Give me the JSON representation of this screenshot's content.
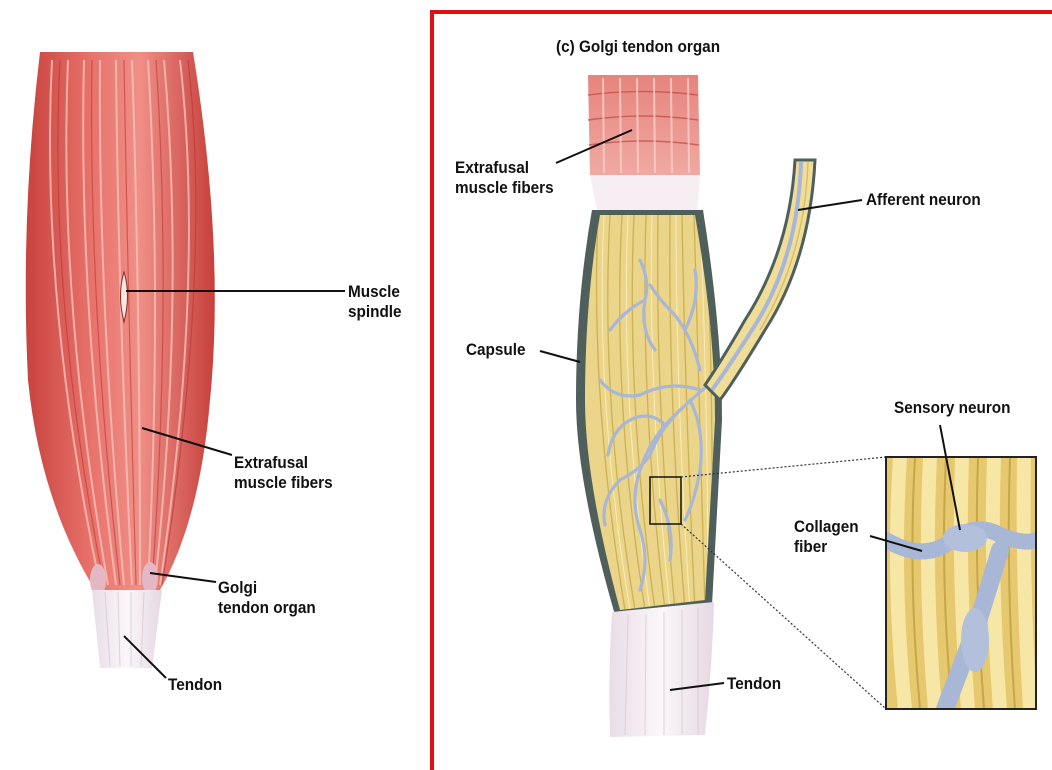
{
  "left_panel": {
    "labels": {
      "muscle_spindle": "Muscle\nspindle",
      "extrafusal": "Extrafusal\nmuscle fibers",
      "golgi": "Golgi\ntendon organ",
      "tendon": "Tendon"
    }
  },
  "right_panel": {
    "title": "(c) Golgi tendon organ",
    "labels": {
      "extrafusal": "Extrafusal\nmuscle fibers",
      "afferent": "Afferent neuron",
      "capsule": "Capsule",
      "sensory": "Sensory neuron",
      "collagen": "Collagen\nfiber",
      "tendon": "Tendon"
    }
  },
  "colors": {
    "frame": "#e01010",
    "muscle": "#d9534f",
    "muscle_light": "#f2a7a0",
    "tendon": "#f3eef2",
    "collagen": "#e8d27a",
    "neuron": "#a9b7d6",
    "capsule": "#4f5f5c"
  }
}
